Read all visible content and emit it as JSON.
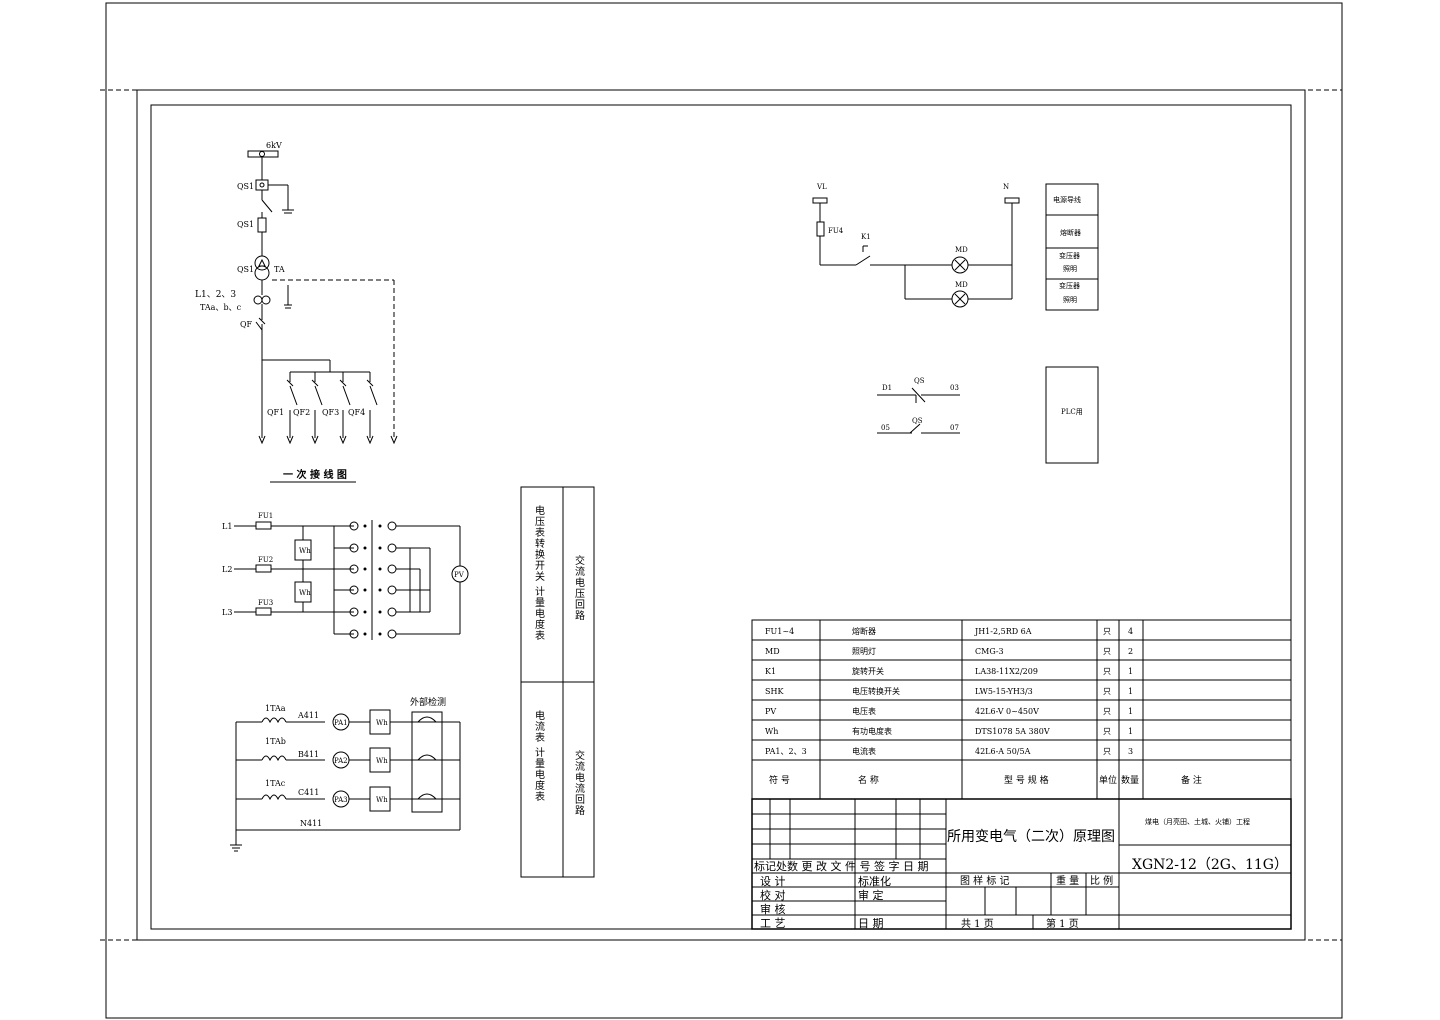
{
  "primary": {
    "bus": "6kV",
    "qs1_a": "QS1",
    "qs1_b": "QS1",
    "qs1_c": "QS1",
    "ta": "TA",
    "l123": "L1、2、3",
    "tabc": "TAa、b、c",
    "qf": "QF",
    "qf1": "QF1",
    "qf2": "QF2",
    "qf3": "QF3",
    "qf4": "QF4",
    "title": "一 次 接 线 图"
  },
  "voltage_circuit": {
    "l1": "L1",
    "l2": "L2",
    "l3": "L3",
    "fu1": "FU1",
    "fu2": "FU2",
    "fu3": "FU3",
    "wh": "Wh",
    "pv": "PV"
  },
  "current_circuit": {
    "ta_a": "1TAa",
    "ta_b": "1TAb",
    "ta_c": "1TAc",
    "a411": "A411",
    "b411": "B411",
    "c411": "C411",
    "n411": "N411",
    "pa1": "PA1",
    "pa2": "PA2",
    "pa3": "PA3",
    "wh": "Wh",
    "external": "外部检测"
  },
  "side_boxes": {
    "v_left": "电压表转换开关  计量电度表",
    "v_right": "交流电压回路",
    "c_left": "电流表  计量电度表",
    "c_right": "交流电流回路"
  },
  "lighting": {
    "vl": "VL",
    "n": "N",
    "fu4": "FU4",
    "k1": "K1",
    "md1": "MD",
    "md2": "MD",
    "box1": "电源导线",
    "box2": "熔断器",
    "box3a": "变压器",
    "box3b": "照明",
    "box4a": "变压器",
    "box4b": "照明"
  },
  "switch": {
    "d1": "D1",
    "qs_top": "QS",
    "n03": "03",
    "n05": "05",
    "qs_bot": "QS",
    "n07": "07",
    "plc": "PLC用"
  },
  "parts_table": {
    "rows": [
      [
        "FU1~4",
        "熔断器",
        "JH1-2,5RD    6A",
        "只",
        "4",
        ""
      ],
      [
        "MD",
        "照明灯",
        "CMG-3",
        "只",
        "2",
        ""
      ],
      [
        "K1",
        "旋转开关",
        "LA38-11X2/209",
        "只",
        "1",
        ""
      ],
      [
        "SHK",
        "电压转换开关",
        "LW5-15-YH3/3",
        "只",
        "1",
        ""
      ],
      [
        "PV",
        "电压表",
        "42L6-V  0~450V",
        "只",
        "1",
        ""
      ],
      [
        "Wh",
        "有功电度表",
        "DTS1078 5A 380V",
        "只",
        "1",
        ""
      ],
      [
        "PA1、2、3",
        "电流表",
        "42L6-A 50/5A",
        "只",
        "3",
        ""
      ]
    ],
    "header": [
      "符  号",
      "名  称",
      "型 号 规 格",
      "单位",
      "数量",
      "备  注"
    ]
  },
  "title_block": {
    "drawing_title": "所用变电气（二次）原理图",
    "project": "煤电（月亮田、土城、火铺）工程",
    "drawing_no": "XGN2-12（2G、11G）",
    "rev_header": "标记处数  更 改 文 件 号  签 字 日 期",
    "design": "设  计",
    "check": "校  对",
    "review": "审  核",
    "process": "工  艺",
    "standard": "标准化",
    "approve": "审  定",
    "date": "日  期",
    "mark": "图 样 标 记",
    "weight": "重  量",
    "scale": "比  例",
    "total_pages": "共  1  页",
    "page_no": "第  1  页"
  }
}
